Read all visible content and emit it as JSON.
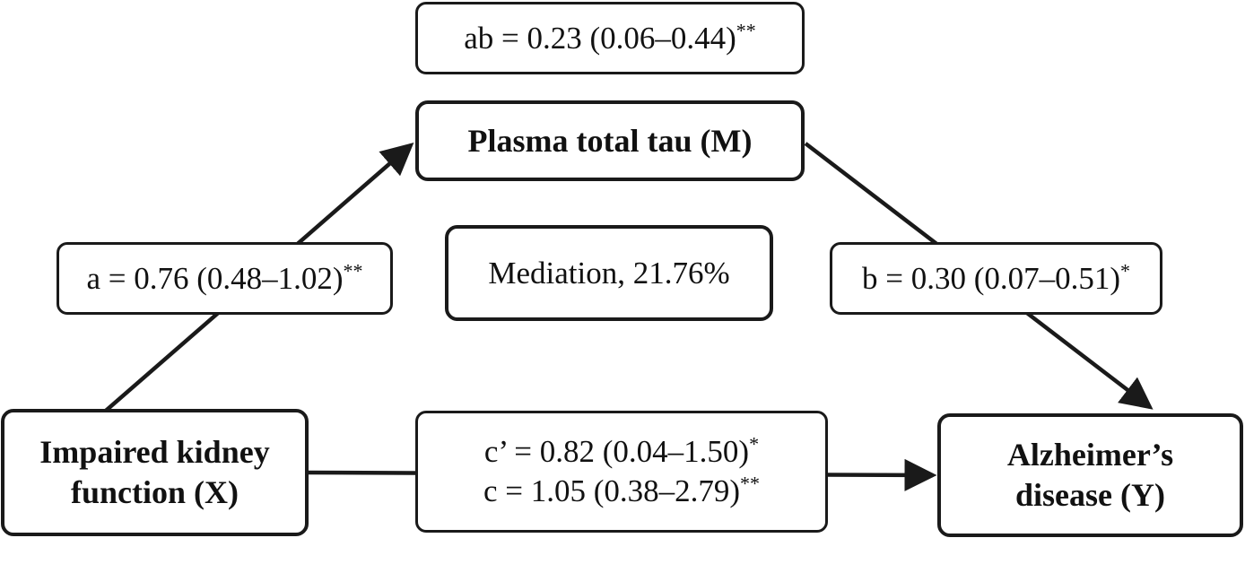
{
  "nodes": {
    "mediator": "Plasma total tau (M)",
    "exposure": {
      "line1": "Impaired kidney",
      "line2": "function (X)"
    },
    "outcome": {
      "line1": "Alzheimer’s",
      "line2": "disease (Y)"
    }
  },
  "effects": {
    "indirect": {
      "text": "ab = 0.23 (0.06–0.44)",
      "sig": "**"
    },
    "path_a": {
      "text": "a = 0.76 (0.48–1.02)",
      "sig": "**"
    },
    "path_b": {
      "text": "b = 0.30 (0.07–0.51)",
      "sig": "*"
    },
    "direct": {
      "text": "c’ = 0.82 (0.04–1.50)",
      "sig": "*"
    },
    "total": {
      "text": "c = 1.05 (0.38–2.79)",
      "sig": "**"
    }
  },
  "mediation": "Mediation, 21.76%",
  "colors": {
    "line": "#1a1a1a",
    "background": "#ffffff"
  }
}
